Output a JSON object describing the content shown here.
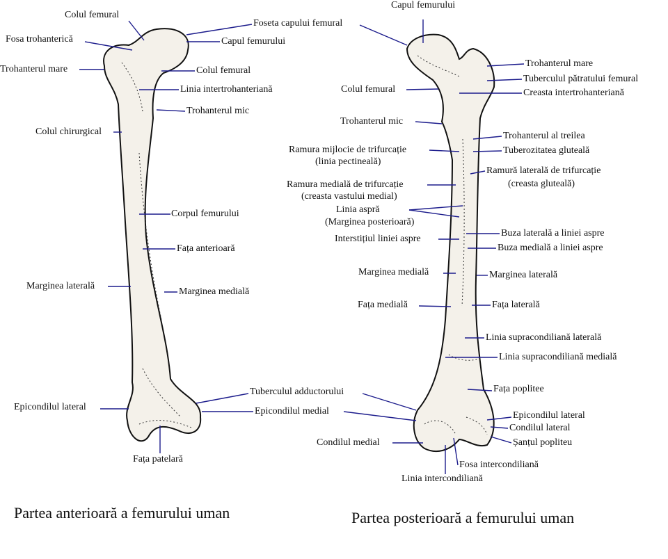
{
  "anterior": {
    "caption": "Partea anterioară a femurului uman",
    "labels": [
      "Colul femural",
      "Fosa trohanterică",
      "Trohanterul mare",
      "Foseta capului femural",
      "Capul femurului",
      "Colul femural",
      "Linia intertrohanteriană",
      "Trohanterul mic",
      "Colul chirurgical",
      "Corpul femurului",
      "Fața anterioară",
      "Marginea laterală",
      "Marginea medială",
      "Tuberculul adductorului",
      "Epicondilul lateral",
      "Epicondilul medial",
      "Fața patelară"
    ]
  },
  "posterior": {
    "caption": "Partea posterioară a femurului uman",
    "labels": [
      "Capul femurului",
      "Trohanterul mare",
      "Tuberculul pătratului femural",
      "Creasta intertrohanteriană",
      "Colul femural",
      "Trohanterul mic",
      "Trohanterul al treilea",
      "Ramura mijlocie de trifurcație",
      "(linia pectineală)",
      "Tuberozitatea gluteală",
      "Ramură laterală de trifurcație",
      "(creasta gluteală)",
      "Ramura medială de trifurcație",
      "(creasta vastului medial)",
      "Linia aspră",
      "(Marginea posterioară)",
      "Buza laterală a liniei aspre",
      "Interstițiul liniei aspre",
      "Buza medială a liniei aspre",
      "Marginea medială",
      "Marginea laterală",
      "Fața medială",
      "Fața laterală",
      "Linia supracondiliană laterală",
      "Linia supracondiliană medială",
      "Fața poplitee",
      "Epicondilul lateral",
      "Condilul lateral",
      "Șanțul popliteu",
      "Condilul medial",
      "Fosa intercondiliană",
      "Linia intercondiliană"
    ]
  },
  "colors": {
    "leader_line": "#1c1c8c",
    "bone": "#f4f1ea"
  }
}
